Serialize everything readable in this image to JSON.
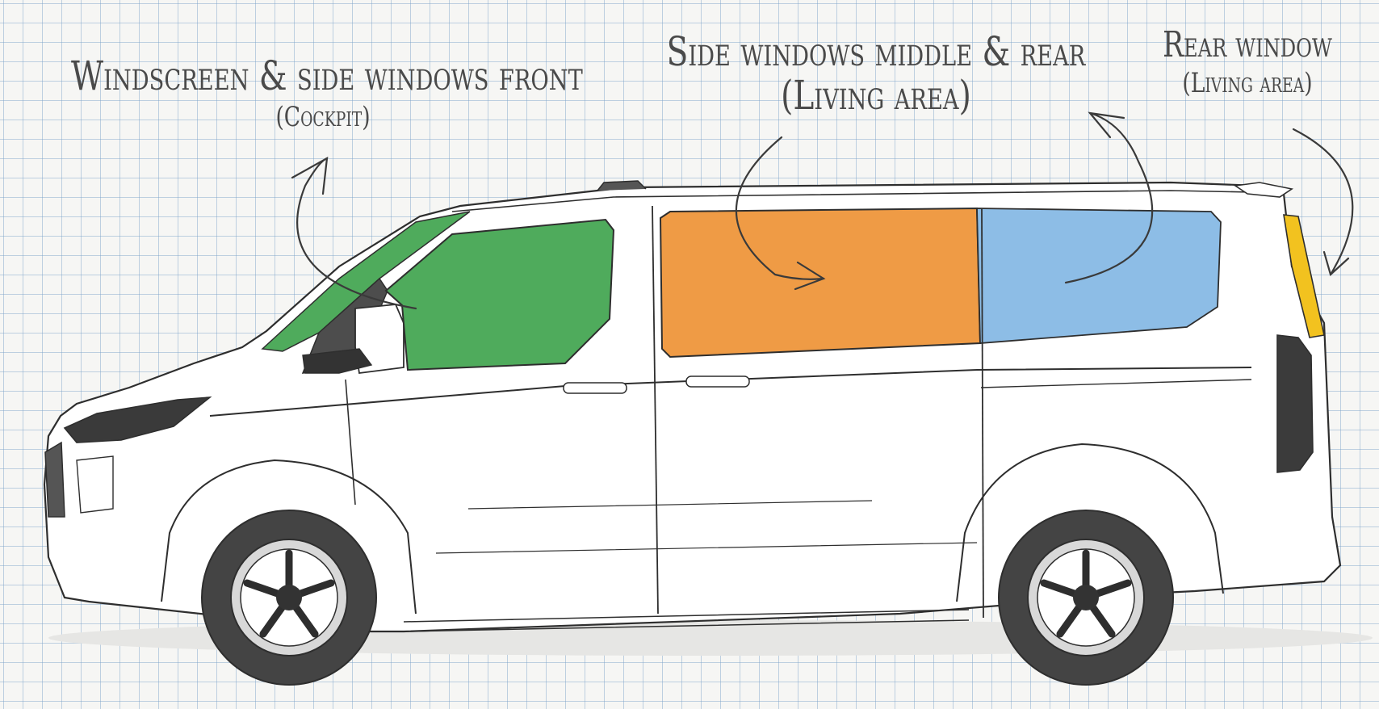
{
  "labels": {
    "front": {
      "title": "Windscreen & side windows front",
      "subtitle": "(Cockpit)"
    },
    "middle": {
      "title": "Side windows middle & rear",
      "subtitle": "(Living area)"
    },
    "rear": {
      "title": "Rear window",
      "subtitle": "(Living area)"
    }
  },
  "zones": {
    "cockpit": {
      "color": "#4fab5c"
    },
    "middle": {
      "color": "#ef9b45"
    },
    "rear_side": {
      "color": "#8dbde6"
    },
    "rear_window": {
      "color": "#f2c21f"
    }
  }
}
